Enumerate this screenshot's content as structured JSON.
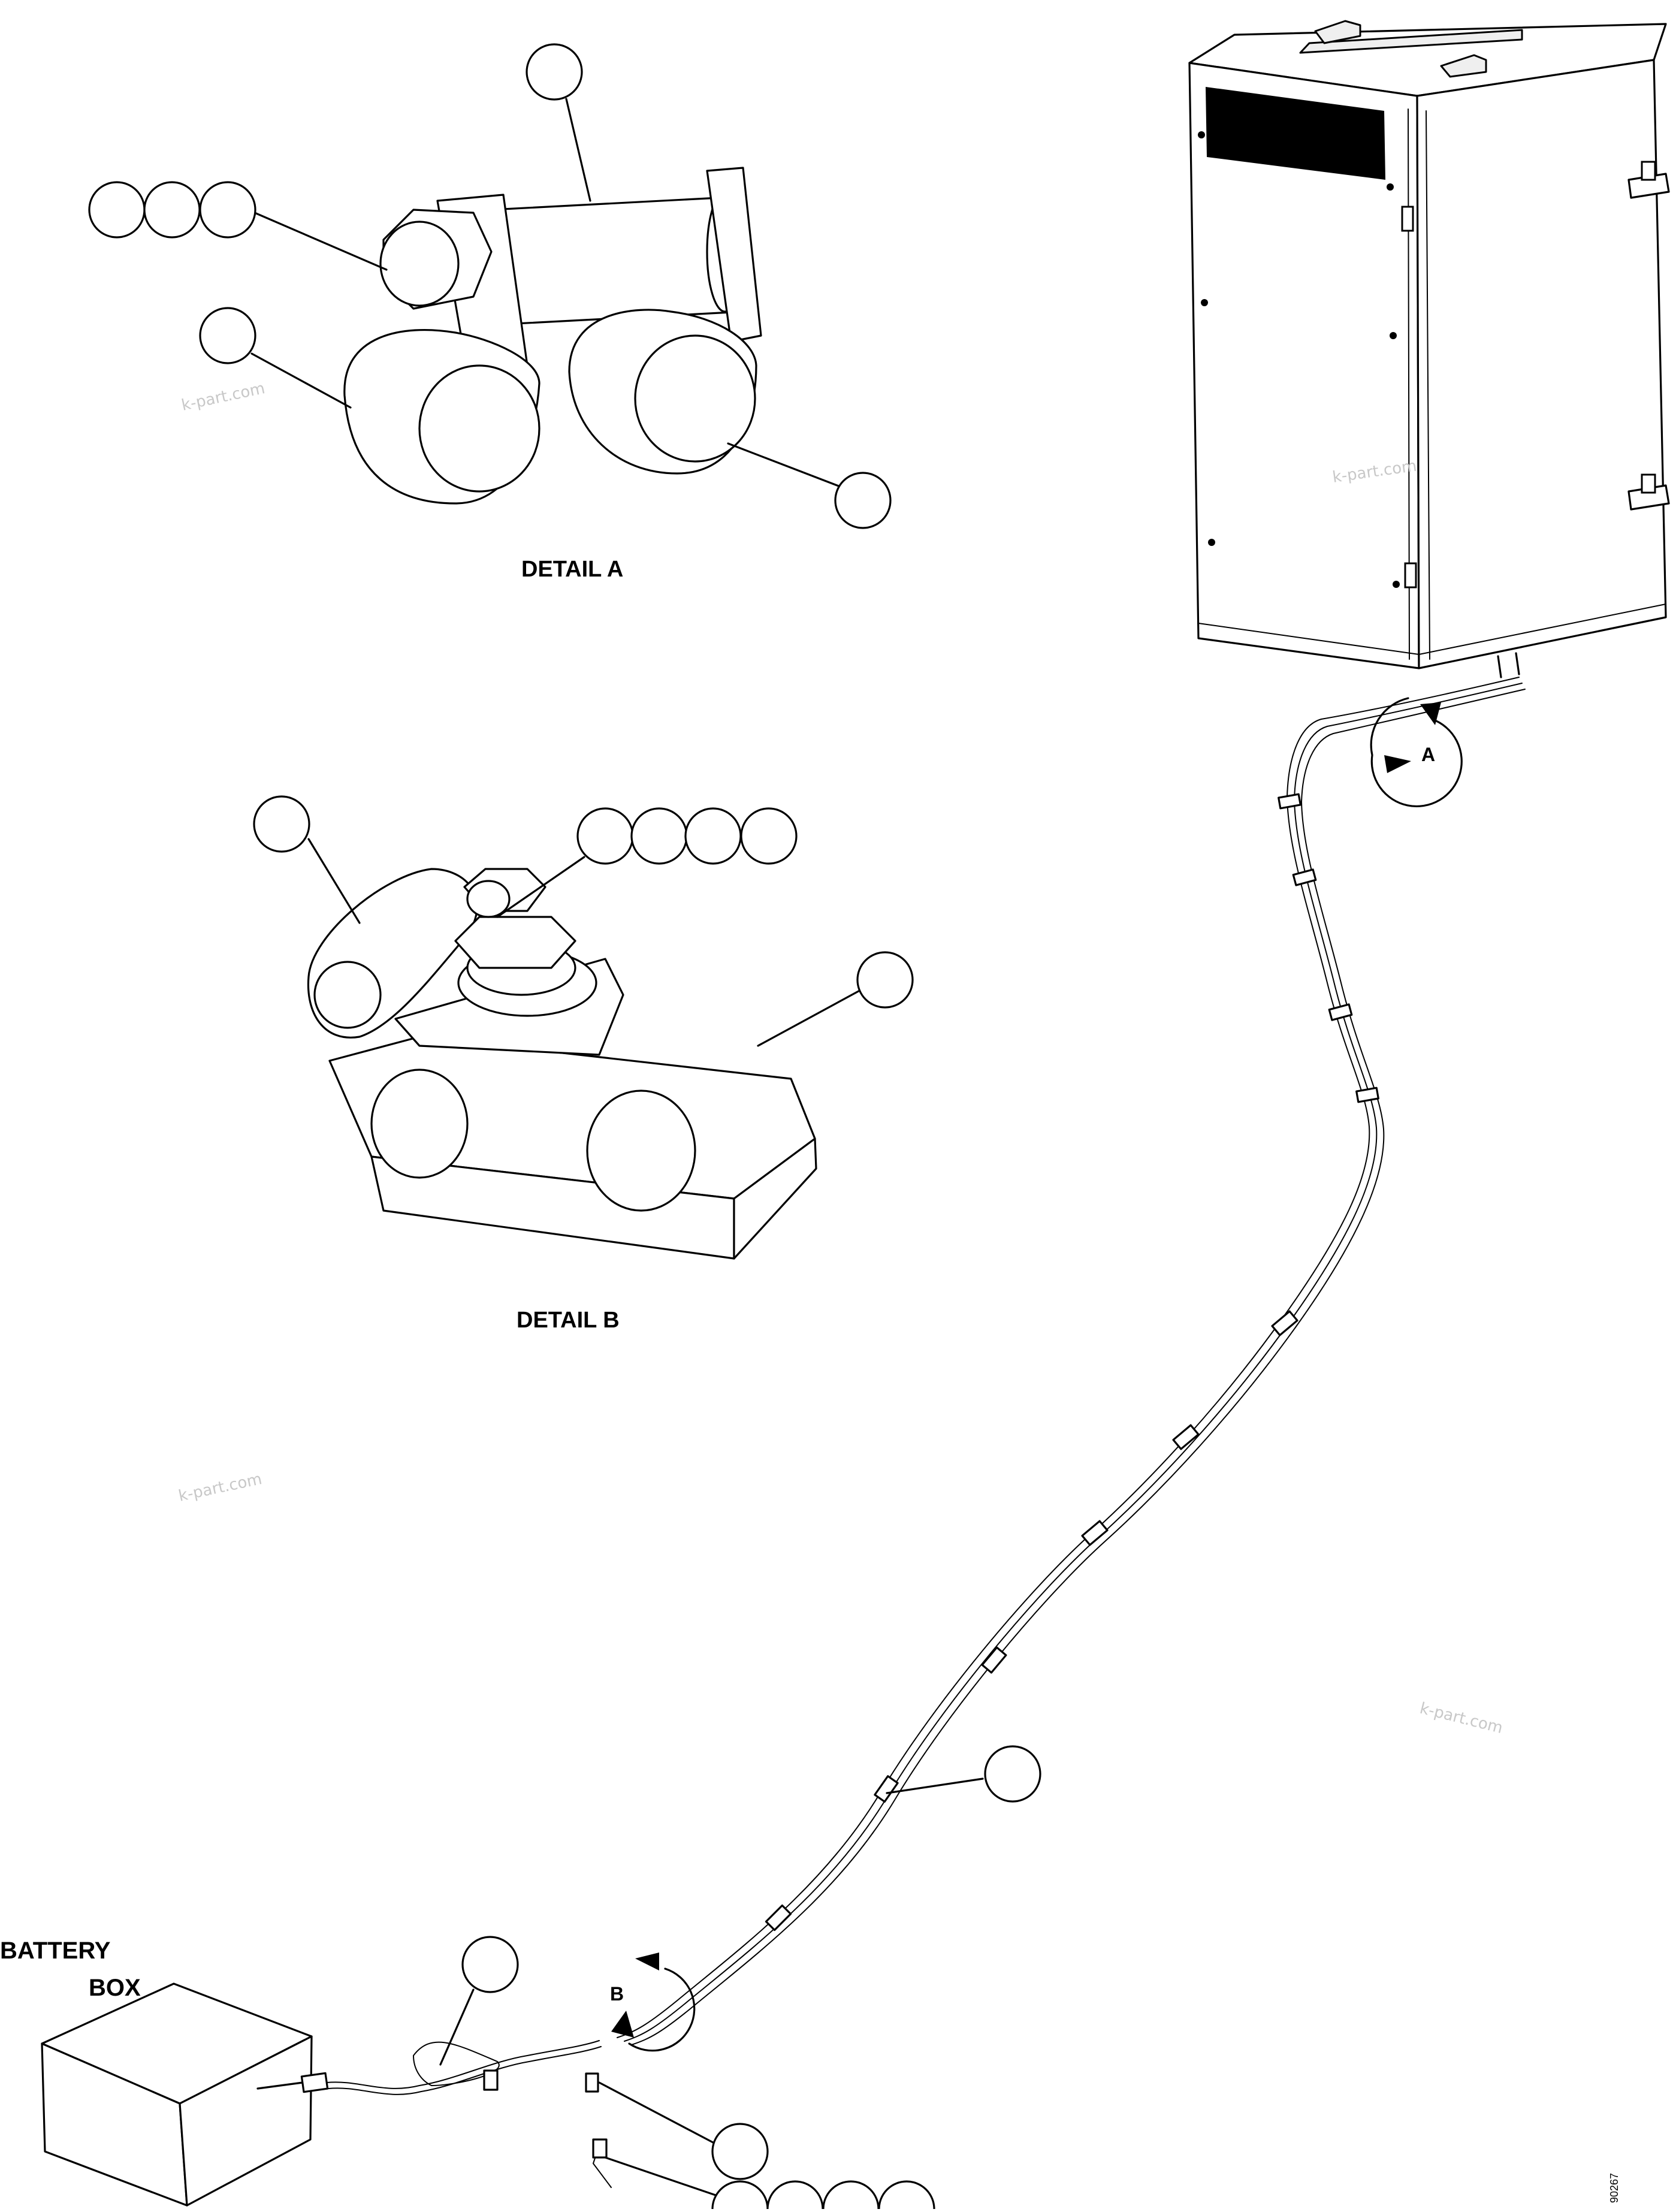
{
  "labels": {
    "detail_a": "DETAIL A",
    "detail_b": "DETAIL B",
    "battery": "BATTERY",
    "box": "BOX",
    "view_a": "A",
    "view_b": "B",
    "drawing_number": "90267"
  },
  "watermark": "k-part.com",
  "callout_groups": {
    "detail_a_rod": 1,
    "detail_a_bolt": 3,
    "detail_a_clamp_left": 1,
    "detail_a_clamp_right": 1,
    "detail_b_clamp_top": 1,
    "detail_b_bolt": 4,
    "detail_b_clamp_block": 1,
    "cable": 1,
    "loop": 1,
    "bracket": 1,
    "terminal": 4
  }
}
